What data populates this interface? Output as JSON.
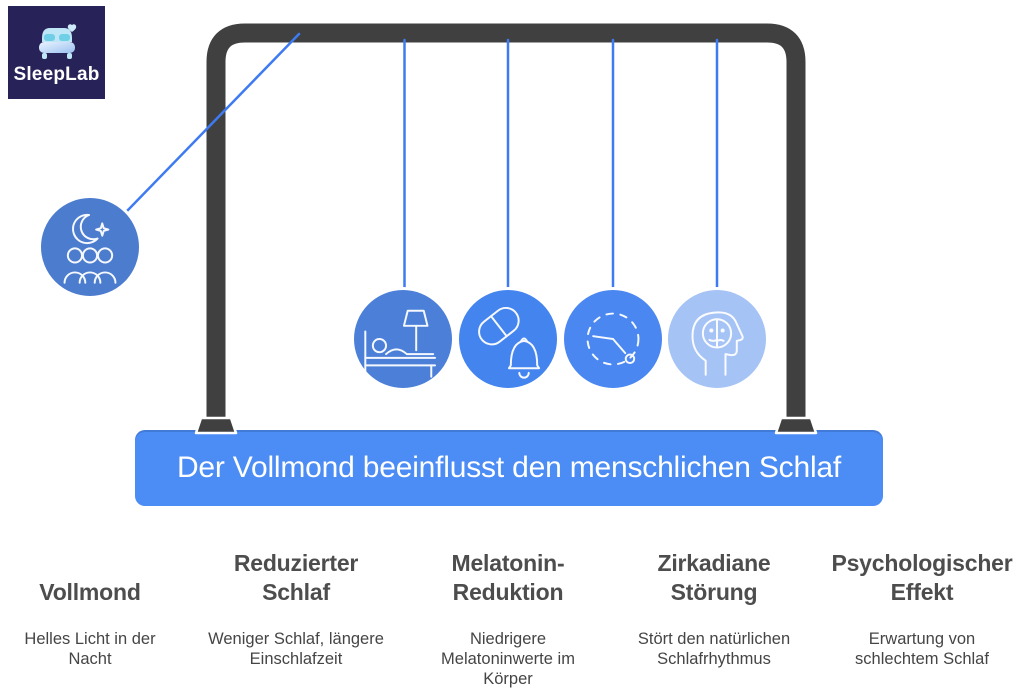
{
  "logo": {
    "text": "SleepLab",
    "icon": "bed-icon",
    "bg_color": "#272257"
  },
  "banner": {
    "title": "Der Vollmond beeinflusst den menschlichen Schlaf",
    "bg_color": "#4b8cf5",
    "text_color": "#ffffff"
  },
  "cradle": {
    "frame_color": "#404040",
    "string_color": "#3e7bf2",
    "balls": [
      {
        "name": "full-moon",
        "icon": "moon-and-people-icon",
        "color": "#4c7cce"
      },
      {
        "name": "reduced-sleep",
        "icon": "sleeping-person-bed-lamp-icon",
        "color": "#4c80d8"
      },
      {
        "name": "melatonin-reduction",
        "icon": "pill-and-bell-icon",
        "color": "#4484ee"
      },
      {
        "name": "circadian-disruption",
        "icon": "dashed-clock-icon",
        "color": "#4a87f0"
      },
      {
        "name": "psychological-effect",
        "icon": "head-with-split-face-icon",
        "color": "#a6c3f5"
      }
    ]
  },
  "footer": {
    "heading_color": "#4d4d4d",
    "body_color": "#454545",
    "columns": [
      {
        "heading": "Vollmond",
        "body": "Helles Licht in der Nacht"
      },
      {
        "heading": "Reduzierter Schlaf",
        "body": "Weniger Schlaf, längere Einschlafzeit"
      },
      {
        "heading": "Melatonin-Reduktion",
        "body": "Niedrigere Melatoninwerte im Körper"
      },
      {
        "heading": "Zirkadiane Störung",
        "body": "Stört den natürlichen Schlafrhythmus"
      },
      {
        "heading": "Psychologischer Effekt",
        "body": "Erwartung von schlechtem Schlaf"
      }
    ]
  }
}
